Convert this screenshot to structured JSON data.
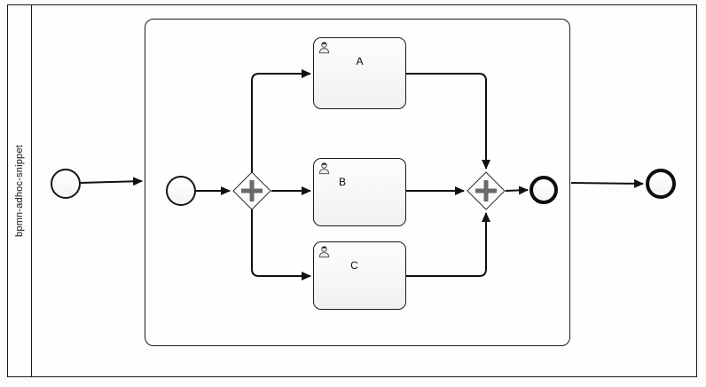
{
  "diagram": {
    "kind": "bpmn-process-diagram",
    "lane": {
      "label": "bpmn-adhoc-snippet"
    },
    "subprocess": {
      "contains": "parallel split-join of three user tasks"
    },
    "tasks": [
      {
        "label": "A",
        "icon": "user-icon"
      },
      {
        "label": "B",
        "icon": "user-icon"
      },
      {
        "label": "C",
        "icon": "user-icon"
      }
    ],
    "gateways": [
      {
        "icon": "plus-marker-icon",
        "role": "parallel-split"
      },
      {
        "icon": "plus-marker-icon",
        "role": "parallel-join"
      }
    ],
    "colors": {
      "stroke": "#1a1a1a",
      "gateway_plus": "#6a6a6a",
      "diamond_fill": "#fcfcfc",
      "background": "#fbfbfb"
    }
  }
}
